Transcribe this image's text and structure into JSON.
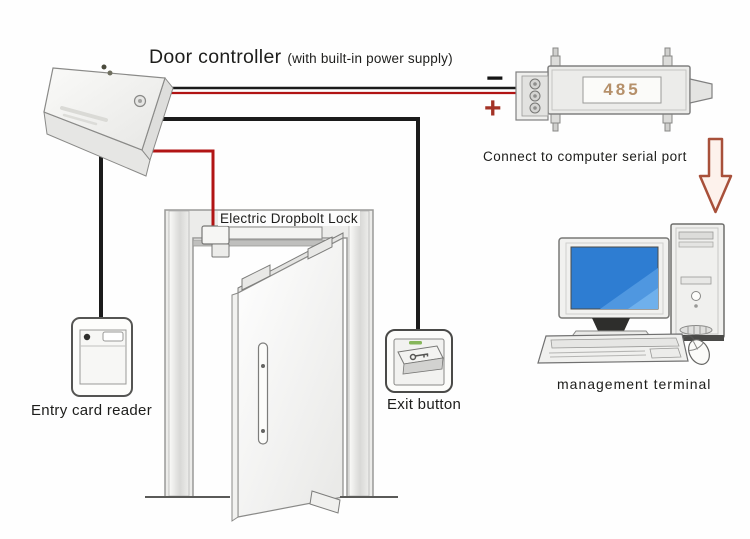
{
  "diagram": {
    "title": {
      "main": "Door controller",
      "sub": "(with built-in power supply)"
    },
    "converter": {
      "label": "485",
      "minus_label": "−",
      "plus_label": "+"
    },
    "annotations": {
      "serial_port": "Connect to computer serial port",
      "dropbolt_lock": "Electric Dropbolt Lock",
      "entry_card_reader": "Entry card reader",
      "exit_button": "Exit button",
      "management_terminal": "management terminal"
    },
    "colors": {
      "wire_black": "#1b1b1b",
      "wire_red": "#b11414",
      "arrow_outline": "#a8503a",
      "screen_blue": "#2e7dd2",
      "converter_label_tan": "#b5906a",
      "plus_red": "#a33226"
    },
    "icons": {
      "door-controller-box-icon": "3d-metal-box",
      "rs485-converter-icon": "serial-adapter-shape",
      "down-arrow-icon": "outlined-down-arrow",
      "desktop-computer-icon": "monitor-tower-keyboard-mouse",
      "door-icon": "open-glass-door-with-frame",
      "dropbolt-lock-icon": "bolt-lock-on-frame",
      "card-reader-icon": "wall-reader-with-led",
      "exit-button-icon": "push-plate-with-key-glyph"
    }
  }
}
